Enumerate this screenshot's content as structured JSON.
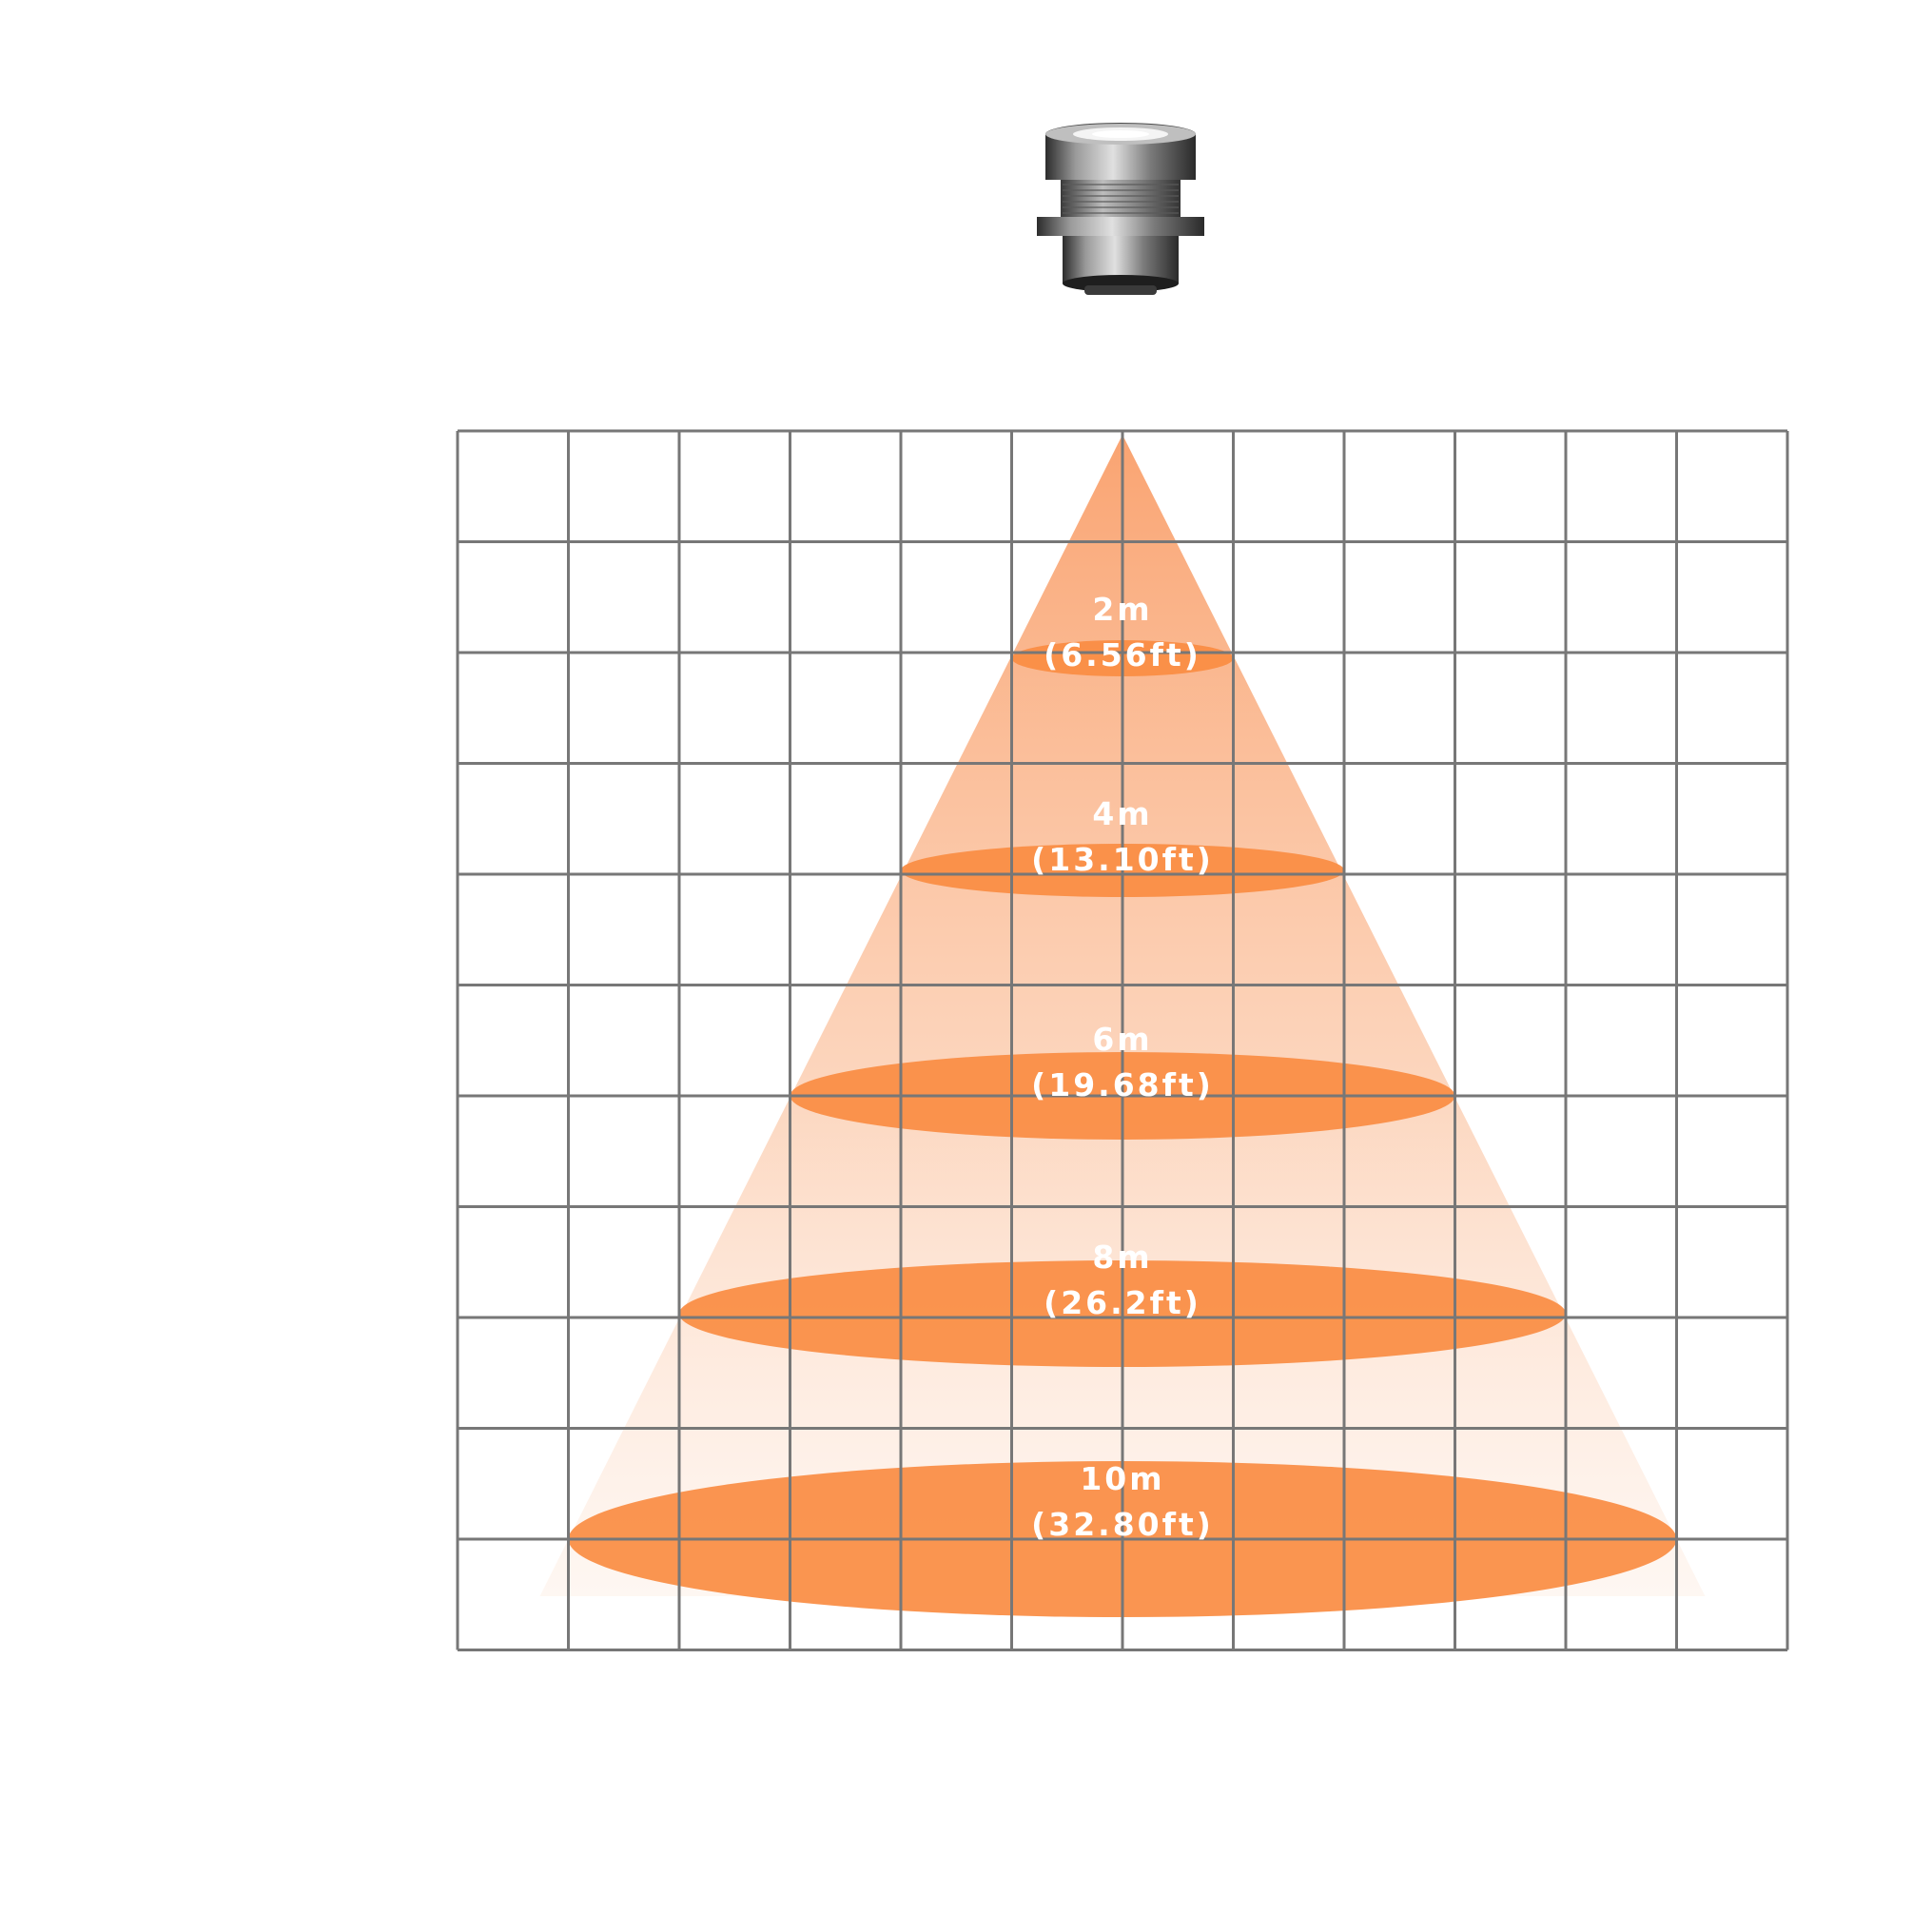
{
  "colors": {
    "background": "#ffffff",
    "grid_line": "#777777",
    "beam_top": "#f99f6a",
    "beam_bottom": "#fde8da",
    "ring_fill": "#fa8c42",
    "label_text": "#ffffff"
  },
  "device": {
    "icon": "spotlight-fixture-icon"
  },
  "grid": {
    "columns": 12,
    "rows": 11
  },
  "rings": [
    {
      "distance": "2m",
      "feet": "(6.56ft)",
      "spread": 1
    },
    {
      "distance": "4m",
      "feet": "(13.10ft)",
      "spread": 2
    },
    {
      "distance": "6m",
      "feet": "(19.68ft)",
      "spread": 3
    },
    {
      "distance": "8m",
      "feet": "(26.2ft)",
      "spread": 4
    },
    {
      "distance": "10m",
      "feet": "(32.80ft)",
      "spread": 5
    }
  ]
}
